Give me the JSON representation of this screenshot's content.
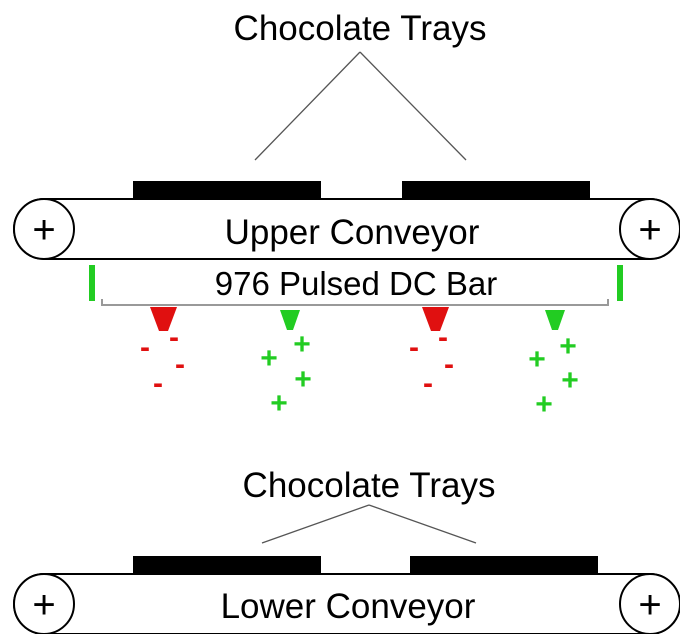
{
  "top_label": "Chocolate Trays",
  "upper_conveyor_label": "Upper Conveyor",
  "bar_label": "976 Pulsed DC Bar",
  "bottom_label": "Chocolate Trays",
  "lower_conveyor_label": "Lower Conveyor",
  "roller_symbol": "+",
  "negative_symbol": "-",
  "positive_symbol": "+",
  "colors": {
    "outline": "#000000",
    "tray": "#000000",
    "leader_line": "#555555",
    "negative": "#e01010",
    "positive": "#22cc22",
    "bar_end": "#22cc22",
    "bar_base": "#999999",
    "background": "#ffffff"
  }
}
